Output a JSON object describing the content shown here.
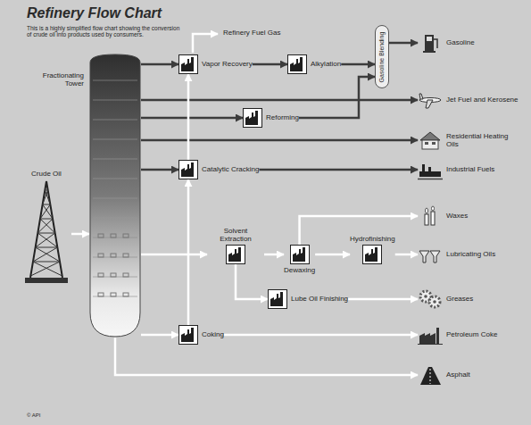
{
  "diagram": {
    "title": "Refinery Flow Chart",
    "nodes": [
      {
        "text": [
          "Fractionating Tower"
        ]
      },
      {
        "text": [
          "Crude Oil"
        ]
      },
      {
        "text": [
          "Vapor Recovery"
        ]
      },
      {
        "text": [
          "Alkylation"
        ]
      },
      {
        "text": [
          "Gasoline Blending"
        ]
      },
      {
        "text": [
          "Reforming"
        ]
      },
      {
        "text": [
          "Catalytic Cracking"
        ]
      },
      {
        "text": [
          "Solvent Extraction"
        ]
      },
      {
        "text": [
          "Dewaxing"
        ]
      },
      {
        "text": [
          "Hydrofinishing"
        ]
      },
      {
        "text": [
          "Lube Oil Finishing"
        ]
      },
      {
        "text": [
          "Coking"
        ]
      },
      {
        "text": [
          "Gasoline"
        ]
      },
      {
        "text": [
          "Jet Fuel and Kerosene"
        ]
      },
      {
        "text": [
          "Residential Heating Oils"
        ]
      },
      {
        "text": [
          "Industrial Fuels"
        ]
      },
      {
        "text": [
          "Waxes"
        ]
      },
      {
        "text": [
          "Lubricating Oils"
        ]
      },
      {
        "text": [
          "Greases"
        ]
      },
      {
        "text": [
          "Petroleum Coke"
        ]
      },
      {
        "text": [
          "Asphalt"
        ]
      }
    ],
    "edges": [
      {
        "from": 1,
        "to": 0,
        "arrow": "to"
      },
      {
        "from": 0,
        "to": 2,
        "arrow": "to"
      },
      {
        "from": 2,
        "to": 3,
        "arrow": "to"
      },
      {
        "from": 3,
        "to": 4,
        "arrow": "to"
      },
      {
        "from": 4,
        "to": 12,
        "arrow": "to"
      },
      {
        "from": 0,
        "to": 13,
        "arrow": "to"
      },
      {
        "from": 0,
        "to": 5,
        "arrow": "to"
      },
      {
        "from": 5,
        "to": 4,
        "arrow": "to"
      },
      {
        "from": 0,
        "to": 14,
        "arrow": "to"
      },
      {
        "from": 0,
        "to": 6,
        "arrow": "to"
      },
      {
        "from": 6,
        "to": 2,
        "arrow": "to"
      },
      {
        "from": 6,
        "to": 15,
        "arrow": "to"
      },
      {
        "from": 0,
        "to": 7,
        "arrow": "to"
      },
      {
        "from": 7,
        "to": 8,
        "arrow": "to"
      },
      {
        "from": 8,
        "to": 9,
        "arrow": "to"
      },
      {
        "from": 9,
        "to": 17,
        "arrow": "to"
      },
      {
        "from": 8,
        "to": 16,
        "arrow": "to"
      },
      {
        "from": 7,
        "to": 10,
        "arrow": "to"
      },
      {
        "from": 10,
        "to": 18,
        "arrow": "to"
      },
      {
        "from": 0,
        "to": 11,
        "arrow": "to"
      },
      {
        "from": 11,
        "to": 6,
        "arrow": "to"
      },
      {
        "from": 11,
        "to": 19,
        "arrow": "to"
      },
      {
        "from": 0,
        "to": 20,
        "arrow": "to"
      }
    ],
    "labels": [
      "This is a highly simplified flow chart showing the conversion of crude oil into products used by consumers.",
      "Refinery Fuel Gas",
      "© API"
    ]
  }
}
